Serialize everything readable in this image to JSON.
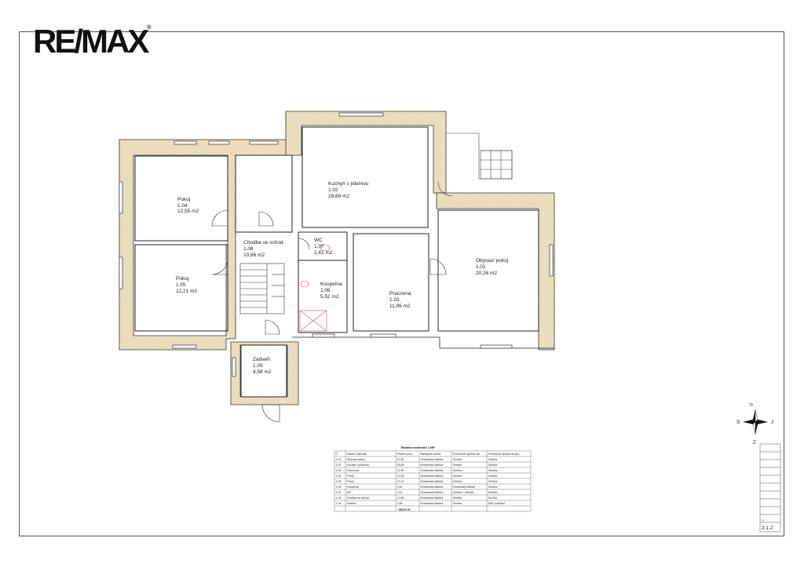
{
  "logo": {
    "text": "RE/MAX",
    "reg": "®"
  },
  "rooms": [
    {
      "id": "1.04",
      "name": "Pokoj",
      "area": "12,55 m2"
    },
    {
      "id": "1.05",
      "name": "Pokoj",
      "area": "12,21 m2"
    },
    {
      "id": "1.08",
      "name": "Chodba se schod.",
      "area": "10,86 m2"
    },
    {
      "id": "1.07",
      "name": "WC",
      "area": "2,41 m2"
    },
    {
      "id": "1.06",
      "name": "Koupelna",
      "area": "5,52 m2"
    },
    {
      "id": "1.03",
      "name": "Pracovna",
      "area": "11,96 m2"
    },
    {
      "id": "1.02",
      "name": "Kuchyň s jídelnou",
      "area": "28,89 m2"
    },
    {
      "id": "1.01",
      "name": "Obývací pokoj",
      "area": "20,26 m2"
    },
    {
      "id": "1.09",
      "name": "Zádveří",
      "area": "4,58 m2"
    }
  ],
  "compass": {
    "north": "S",
    "south": "J",
    "east": "V",
    "west": "Z"
  },
  "table": {
    "title": "Tabulka místností 1.NP",
    "headers": [
      "Č.",
      "Název místnosti",
      "Plocha (m2)",
      "Nášlapná vrstva",
      "Povrchové úprava zdí",
      "Povrchová úprava stropu"
    ],
    "rows": [
      [
        "1.01",
        "Obývací pokoj",
        "20,26",
        "Keramická dlažba",
        "Omítka",
        "Omítka"
      ],
      [
        "1.02",
        "Kuchyň s jídelnou",
        "28,89",
        "Keramická dlažba",
        "Omítka",
        "Omítka"
      ],
      [
        "1.03",
        "Pracovna",
        "11,96",
        "Keramická dlažba",
        "Omítka",
        "Omítka"
      ],
      [
        "1.04",
        "Pokoj",
        "12,55",
        "Keramická dlažba",
        "Omítka",
        "Omítka"
      ],
      [
        "1.05",
        "Pokoj",
        "12,21",
        "Keramická dlažba",
        "Omítka",
        "Omítka"
      ],
      [
        "1.06",
        "Koupelna",
        "5,52",
        "Keramická dlažba",
        "Keramický obklad",
        "Omítka"
      ],
      [
        "1.07",
        "WC",
        "2,41",
        "Keramická dlažba",
        "Omítka + obklad",
        "Omítka"
      ],
      [
        "1.08",
        "Chodba se schod.",
        "10,86",
        "Keramická dlažba",
        "Omítka",
        "Omítka"
      ],
      [
        "1.09",
        "Zádveří",
        "4,58",
        "Keramická dlažba",
        "Omítka",
        "SDK podhled"
      ]
    ],
    "total": "109,24 m²"
  },
  "drawing_number": "2.1.2",
  "stamp_label": "č.v."
}
